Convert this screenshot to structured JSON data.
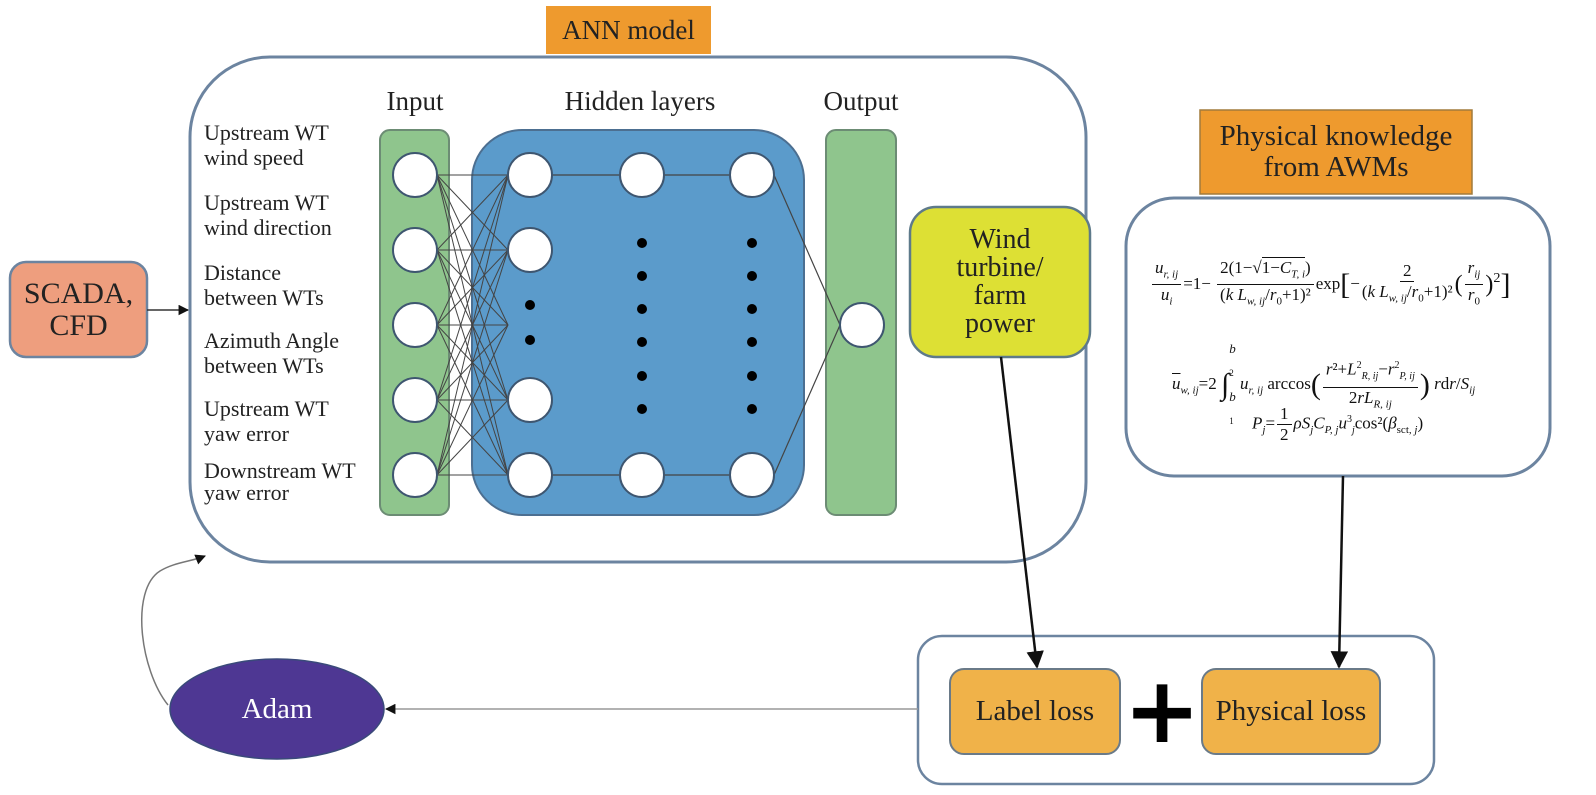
{
  "title_ann": "ANN model",
  "layers": {
    "input": "Input",
    "hidden": "Hidden layers",
    "output": "Output"
  },
  "input_features": [
    {
      "line1": "Upstream WT",
      "line2": "wind speed"
    },
    {
      "line1": "Upstream WT",
      "line2": "wind direction"
    },
    {
      "line1": "Distance",
      "line2": "between WTs"
    },
    {
      "line1": "Azimuth Angle",
      "line2": "between WTs"
    },
    {
      "line1": "Upstream WT",
      "line2": "yaw error"
    },
    {
      "line1": "Downstream WT",
      "line2": "yaw error"
    }
  ],
  "network": {
    "input_nodes": 5,
    "hidden_layers": 3,
    "output_nodes": 1
  },
  "source_box": {
    "line1": "SCADA,",
    "line2": "CFD"
  },
  "target_box": {
    "line1": "Wind",
    "line2": "turbine/",
    "line3": "farm",
    "line4": "power"
  },
  "physics_title": {
    "line1": "Physical knowledge",
    "line2": "from AWMs"
  },
  "equations": {
    "eq1": "u_r,ij / u_i = 1 − 2(1−√(1−C_T,i)) / (k L_w,ij/r_0+1)² · exp[−2/(k L_w,ij/r_0+1)² (r_ij/r_0)²]",
    "eq2": "ū_w,ij = 2 ∫_b1^b2 u_r,ij arccos((r²+L²_R,ij−r²_P,ij)/(2rL_R,ij)) r dr / S_ij",
    "eq3": "P_j = 1/2 ρ S_j C_p,j u_j³ cos²(β_sct,j)"
  },
  "optimizer": "Adam",
  "losses": {
    "label": "Label loss",
    "plus": "+",
    "physical": "Physical loss"
  },
  "colors": {
    "ann_tag": "#EE9A2E",
    "input_layer": "#8FC58D",
    "hidden_layer": "#5B9BCB",
    "source_box": "#EE9E7E",
    "target_box": "#DDE034",
    "physics_tag": "#EE9A2E",
    "loss_box": "#F0B249",
    "optimizer": "#4E3793",
    "border": "#6C84A0"
  }
}
